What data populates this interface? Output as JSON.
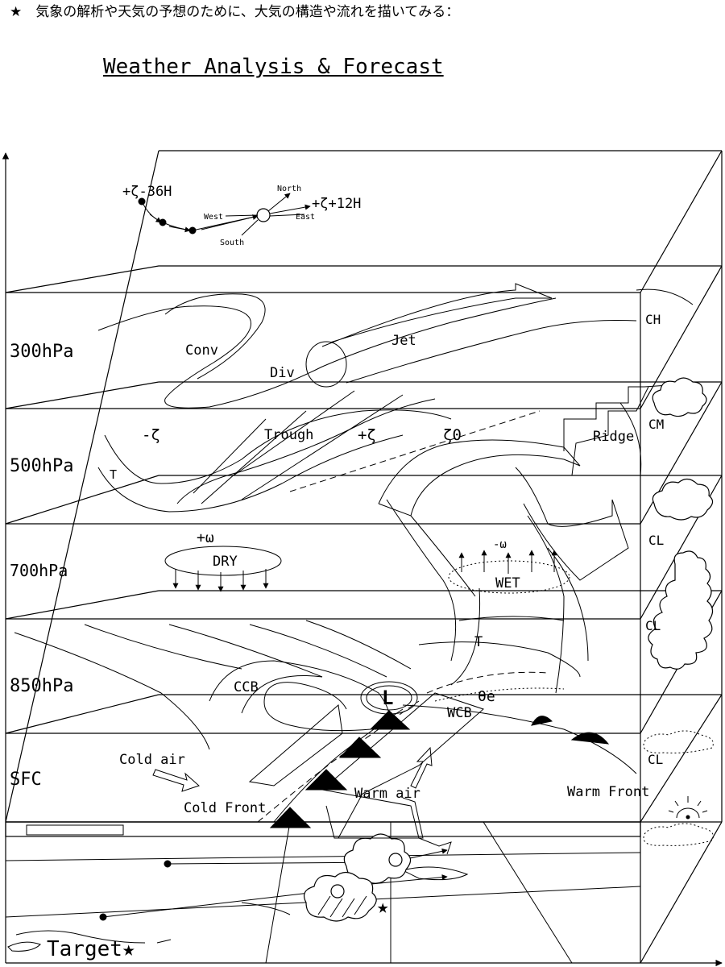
{
  "header": {
    "intro": "★　気象の解析や天気の予想のために、大気の構造や流れを描いてみる：",
    "title": "Weather Analysis & Forecast"
  },
  "levels": {
    "l300": "300hPa",
    "l500": "500hPa",
    "l700": "700hPa",
    "l850": "850hPa",
    "sfc": "SFC"
  },
  "clouds": {
    "ch": "CH",
    "cm": "CM",
    "cl1": "CL",
    "cl2": "CL",
    "cl3": "CL"
  },
  "vorticity": {
    "minus36": "+ζ-36H",
    "plus12": "+ζ+12H",
    "north": "North",
    "west": "West",
    "east": "East",
    "south": "South"
  },
  "labels": {
    "conv": "Conv",
    "div": "Div",
    "jet": "Jet",
    "minus_zeta": "-ζ",
    "trough": "Trough",
    "plus_zeta": "+ζ",
    "zeta0": "ζ0",
    "ridge": "Ridge",
    "t500": "T",
    "plus_omega": "+ω",
    "dry": "DRY",
    "minus_omega": "-ω",
    "wet": "WET",
    "t850": "T",
    "ccb": "CCB",
    "low": "L",
    "theta_e": "θe",
    "wcb": "WCB",
    "cold_air": "Cold air",
    "warm_air": "Warm air",
    "cold_front": "Cold Front",
    "warm_front": "Warm Front",
    "target": "Target★"
  }
}
